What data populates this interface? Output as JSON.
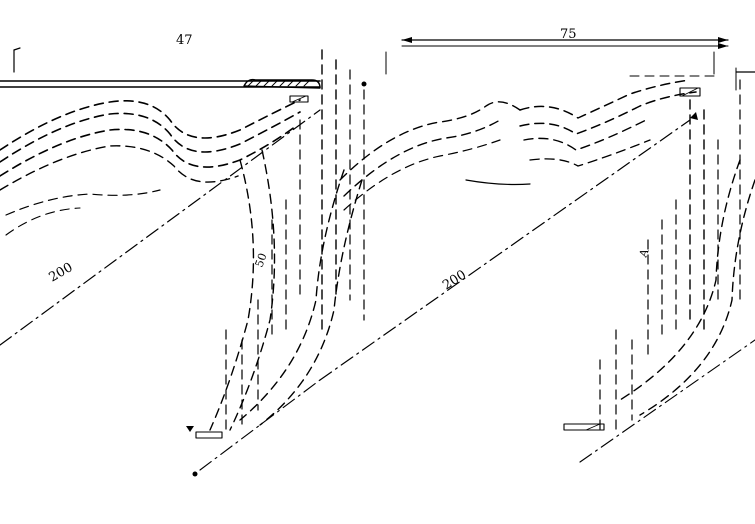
{
  "labels": {
    "top_left": "47",
    "top_right": "75",
    "left_slope": "200",
    "mid_slope": "200",
    "right_slope": "A",
    "left_pier": "50",
    "mid_arrow": "A"
  },
  "colors": {
    "ink": "#000000",
    "paper": "#ffffff"
  }
}
